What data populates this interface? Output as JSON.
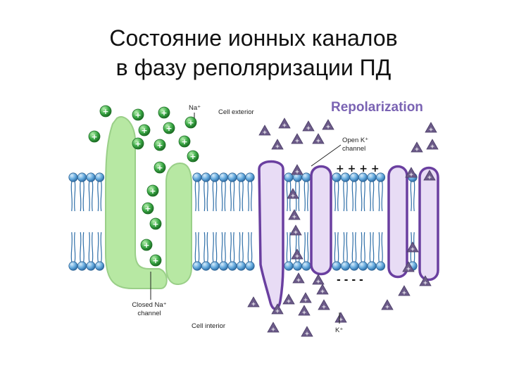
{
  "title": {
    "line1": "Состояние ионных каналов",
    "line2": "в фазу реполяризации ПД"
  },
  "diagram": {
    "heading": "Repolarization",
    "labels": {
      "na_ion": "Na⁺",
      "cell_exterior": "Cell exterior",
      "open_k_line1": "Open K⁺",
      "open_k_line2": "channel",
      "closed_na_line1": "Closed Na⁺",
      "closed_na_line2": "channel",
      "cell_interior": "Cell interior",
      "k_ion": "K⁺"
    },
    "membrane_charge": {
      "outside": "+ + + +",
      "inside": "- - - -"
    },
    "ion_symbol": "+",
    "colors": {
      "sodium_ion": "#3aa845",
      "na_channel": "#b7e8a3",
      "k_channel_fill": "#e8dcf5",
      "k_channel_outline": "#6a3fa0",
      "potassium_ion": "#6b5a88",
      "lipid_head": "#5aa2d8",
      "heading": "#7a63b3"
    }
  }
}
